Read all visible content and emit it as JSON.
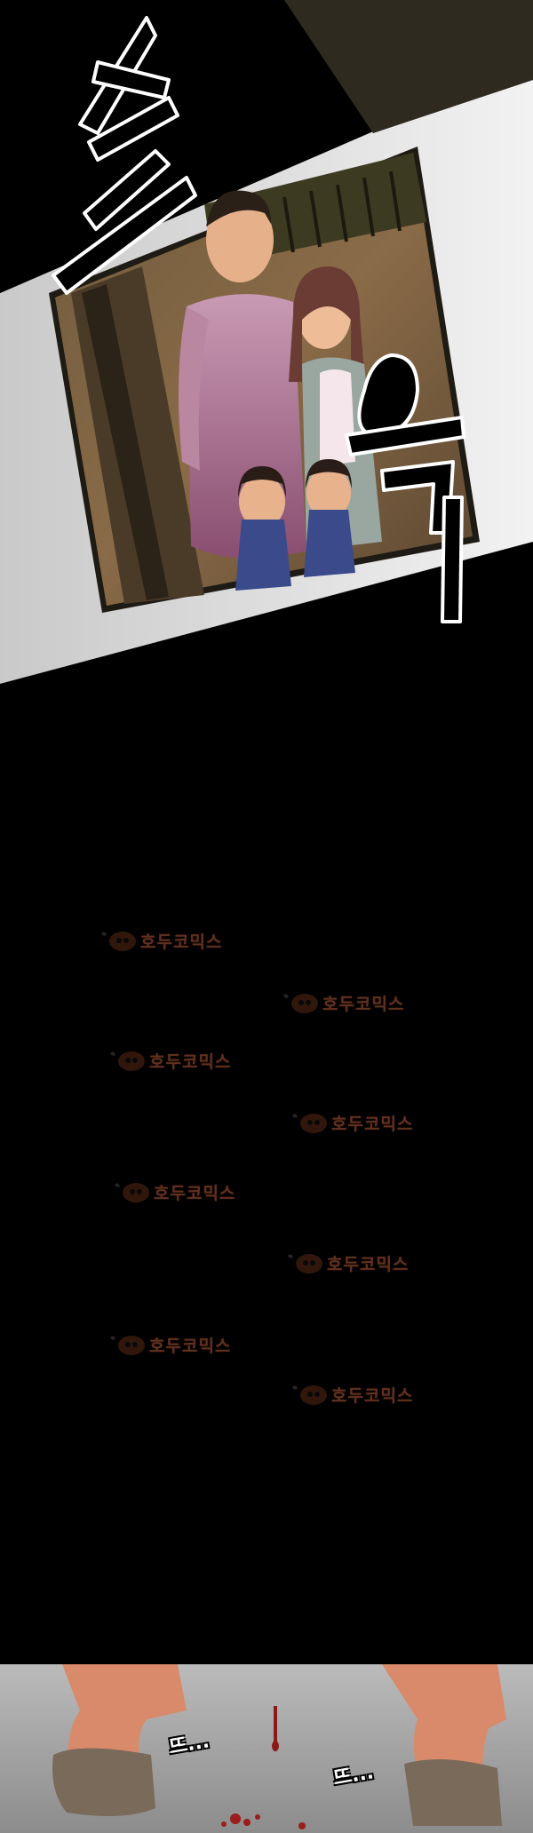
{
  "panel_top": {
    "sfx_left": "프",
    "sfx_right": "윽"
  },
  "watermarks": [
    {
      "text": "호두코믹스"
    },
    {
      "text": "호두코믹스"
    },
    {
      "text": "호두코믹스"
    },
    {
      "text": "호두코믹스"
    },
    {
      "text": "호두코믹스"
    },
    {
      "text": "호두코믹스"
    },
    {
      "text": "호두코믹스"
    },
    {
      "text": "호두코믹스"
    }
  ],
  "panel_bottom": {
    "sfx_left": "뜨...",
    "sfx_right": "뜨..."
  },
  "colors": {
    "background": "#000000",
    "watermark": "#b05a3a"
  }
}
